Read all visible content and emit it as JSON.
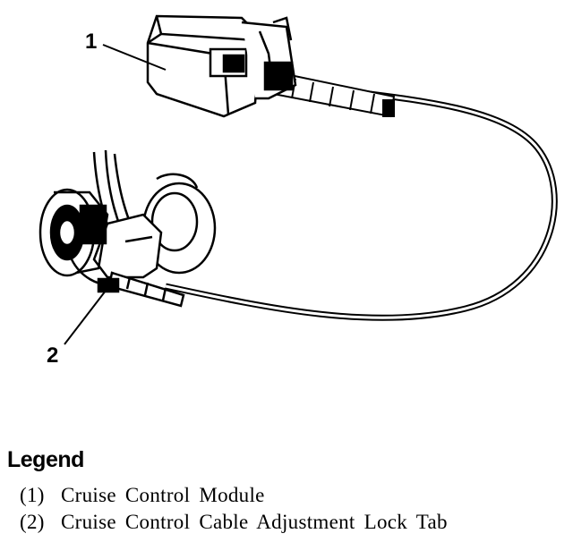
{
  "callouts": [
    {
      "label": "1"
    },
    {
      "label": "2"
    }
  ],
  "legend": {
    "title": "Legend",
    "items": [
      {
        "number": "(1)",
        "text": "Cruise Control Module"
      },
      {
        "number": "(2)",
        "text": "Cruise Control Cable Adjustment Lock Tab"
      }
    ]
  }
}
